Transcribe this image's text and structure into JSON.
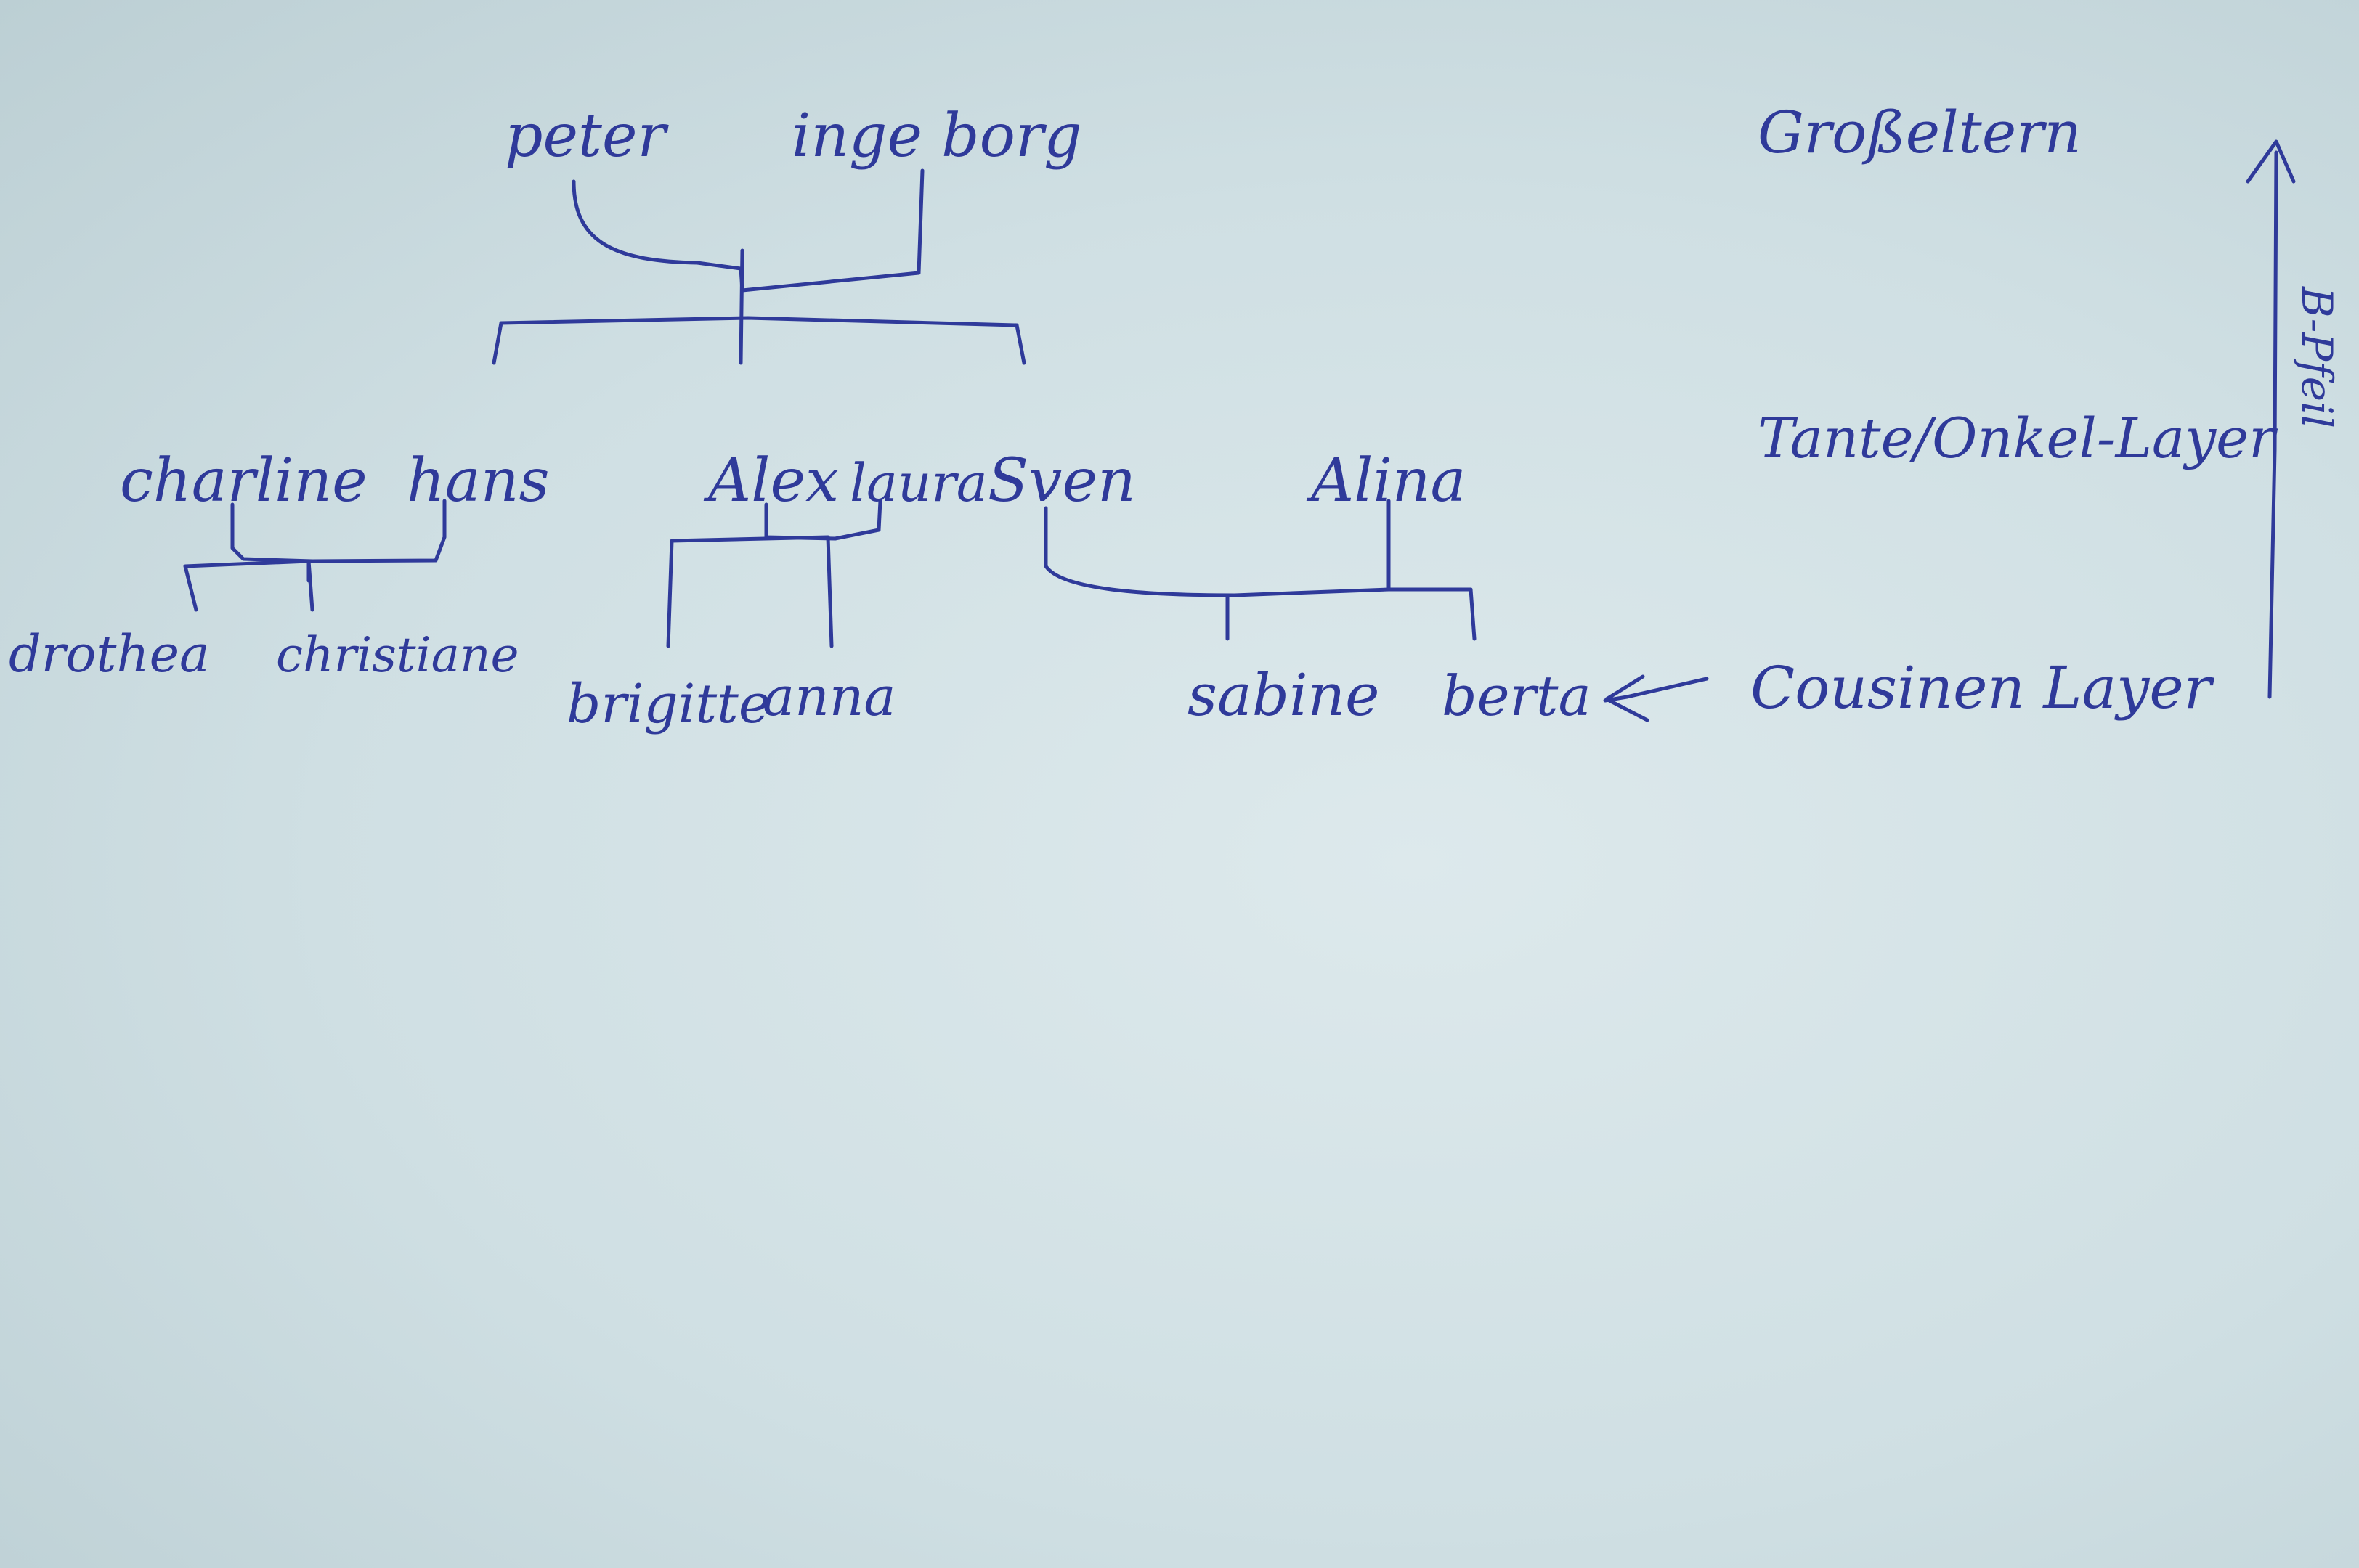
{
  "paper": {
    "background": "#d6e4e8",
    "ink_color": "#2f3a9a"
  },
  "generation_labels": {
    "grandparents": "Großeltern",
    "aunt_uncle_layer": "Tante/Onkel-Layer",
    "cousins_layer": "Cousinen Layer",
    "arrow_label": "B-Pfeil"
  },
  "people": {
    "grandparents": {
      "grandfather": "peter",
      "grandmother": "inge borg"
    },
    "parents": {
      "charline": "charline",
      "hans": "hans",
      "alex": "Alex",
      "laura": "laura",
      "sven": "Sven",
      "alina": "Alina"
    },
    "children": {
      "drothea": "drothea",
      "christiane": "christiane",
      "brigitte": "brigitte",
      "anna": "anna",
      "sabine": "sabine",
      "berta": "berta"
    }
  }
}
